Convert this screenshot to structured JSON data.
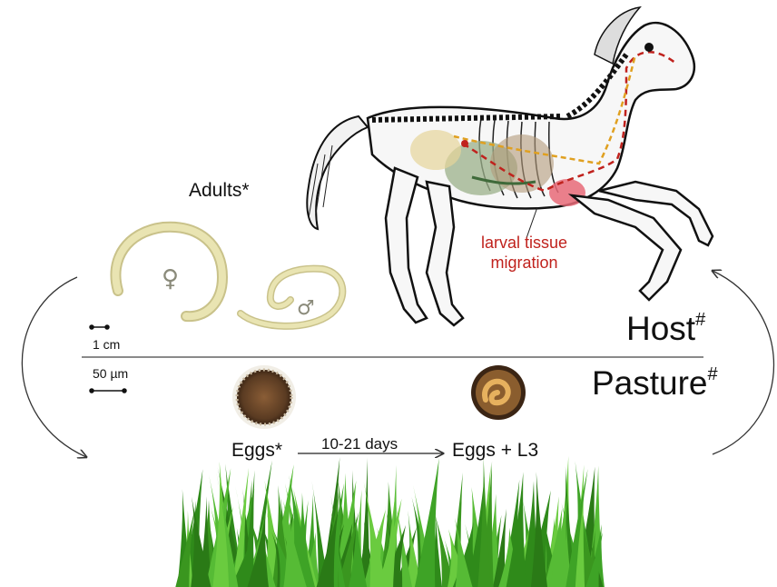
{
  "labels": {
    "adults": "Adults*",
    "larval_line1": "larval tissue",
    "larval_line2": "migration",
    "host": "Host",
    "host_sup": "#",
    "pasture": "Pasture",
    "pasture_sup": "#",
    "scale_1cm": "1 cm",
    "scale_50um": "50 µm",
    "eggs": "Eggs*",
    "days": "10-21 days",
    "eggs_l3": "Eggs + L3",
    "female_symbol": "♀",
    "male_symbol": "♂"
  },
  "colors": {
    "worm": "#e9e4b2",
    "worm_edge": "#c9c28a",
    "grass": "#4caf2a",
    "migration": "#c0221d",
    "egg": "#6b4a2e"
  }
}
